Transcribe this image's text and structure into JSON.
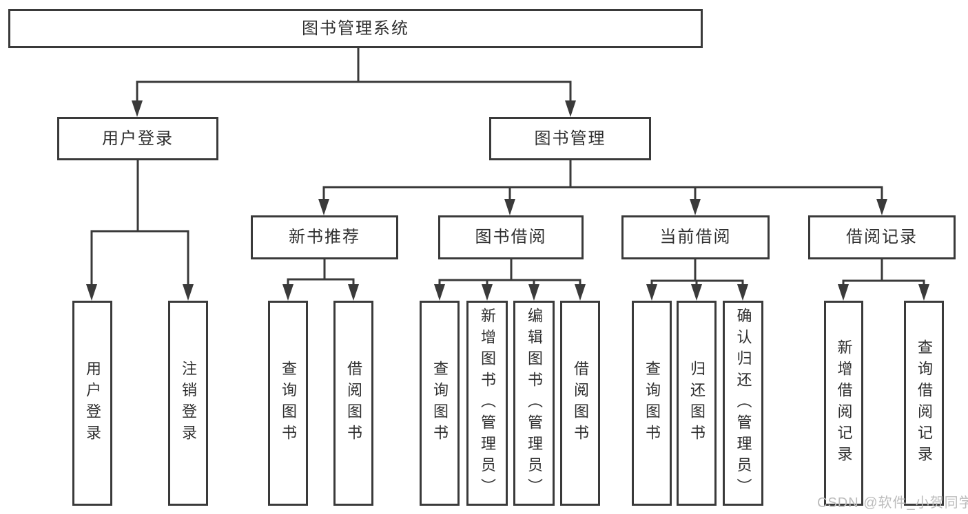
{
  "diagram": {
    "root": {
      "label": "图书管理系统"
    },
    "branches": [
      {
        "label": "用户登录",
        "children": [
          {
            "label": "用户登录"
          },
          {
            "label": "注销登录"
          }
        ]
      },
      {
        "label": "图书管理",
        "children": [
          {
            "label": "新书推荐",
            "children": [
              {
                "label": "查询图书"
              },
              {
                "label": "借阅图书"
              }
            ]
          },
          {
            "label": "图书借阅",
            "children": [
              {
                "label": "查询图书"
              },
              {
                "label": "新增图书（管理员）"
              },
              {
                "label": "编辑图书（管理员）"
              },
              {
                "label": "借阅图书"
              }
            ]
          },
          {
            "label": "当前借阅",
            "children": [
              {
                "label": "查询图书"
              },
              {
                "label": "归还图书"
              },
              {
                "label": "确认归还（管理员）"
              }
            ]
          },
          {
            "label": "借阅记录",
            "children": [
              {
                "label": "新增借阅记录"
              },
              {
                "label": "查询借阅记录"
              }
            ]
          }
        ]
      }
    ]
  },
  "watermark": {
    "text": "CSDN @软件_小贺同学"
  },
  "colors": {
    "line": "#3a3a3a",
    "text": "#2f2f2f",
    "watermark": "#bcbcbc",
    "background": "#ffffff"
  }
}
